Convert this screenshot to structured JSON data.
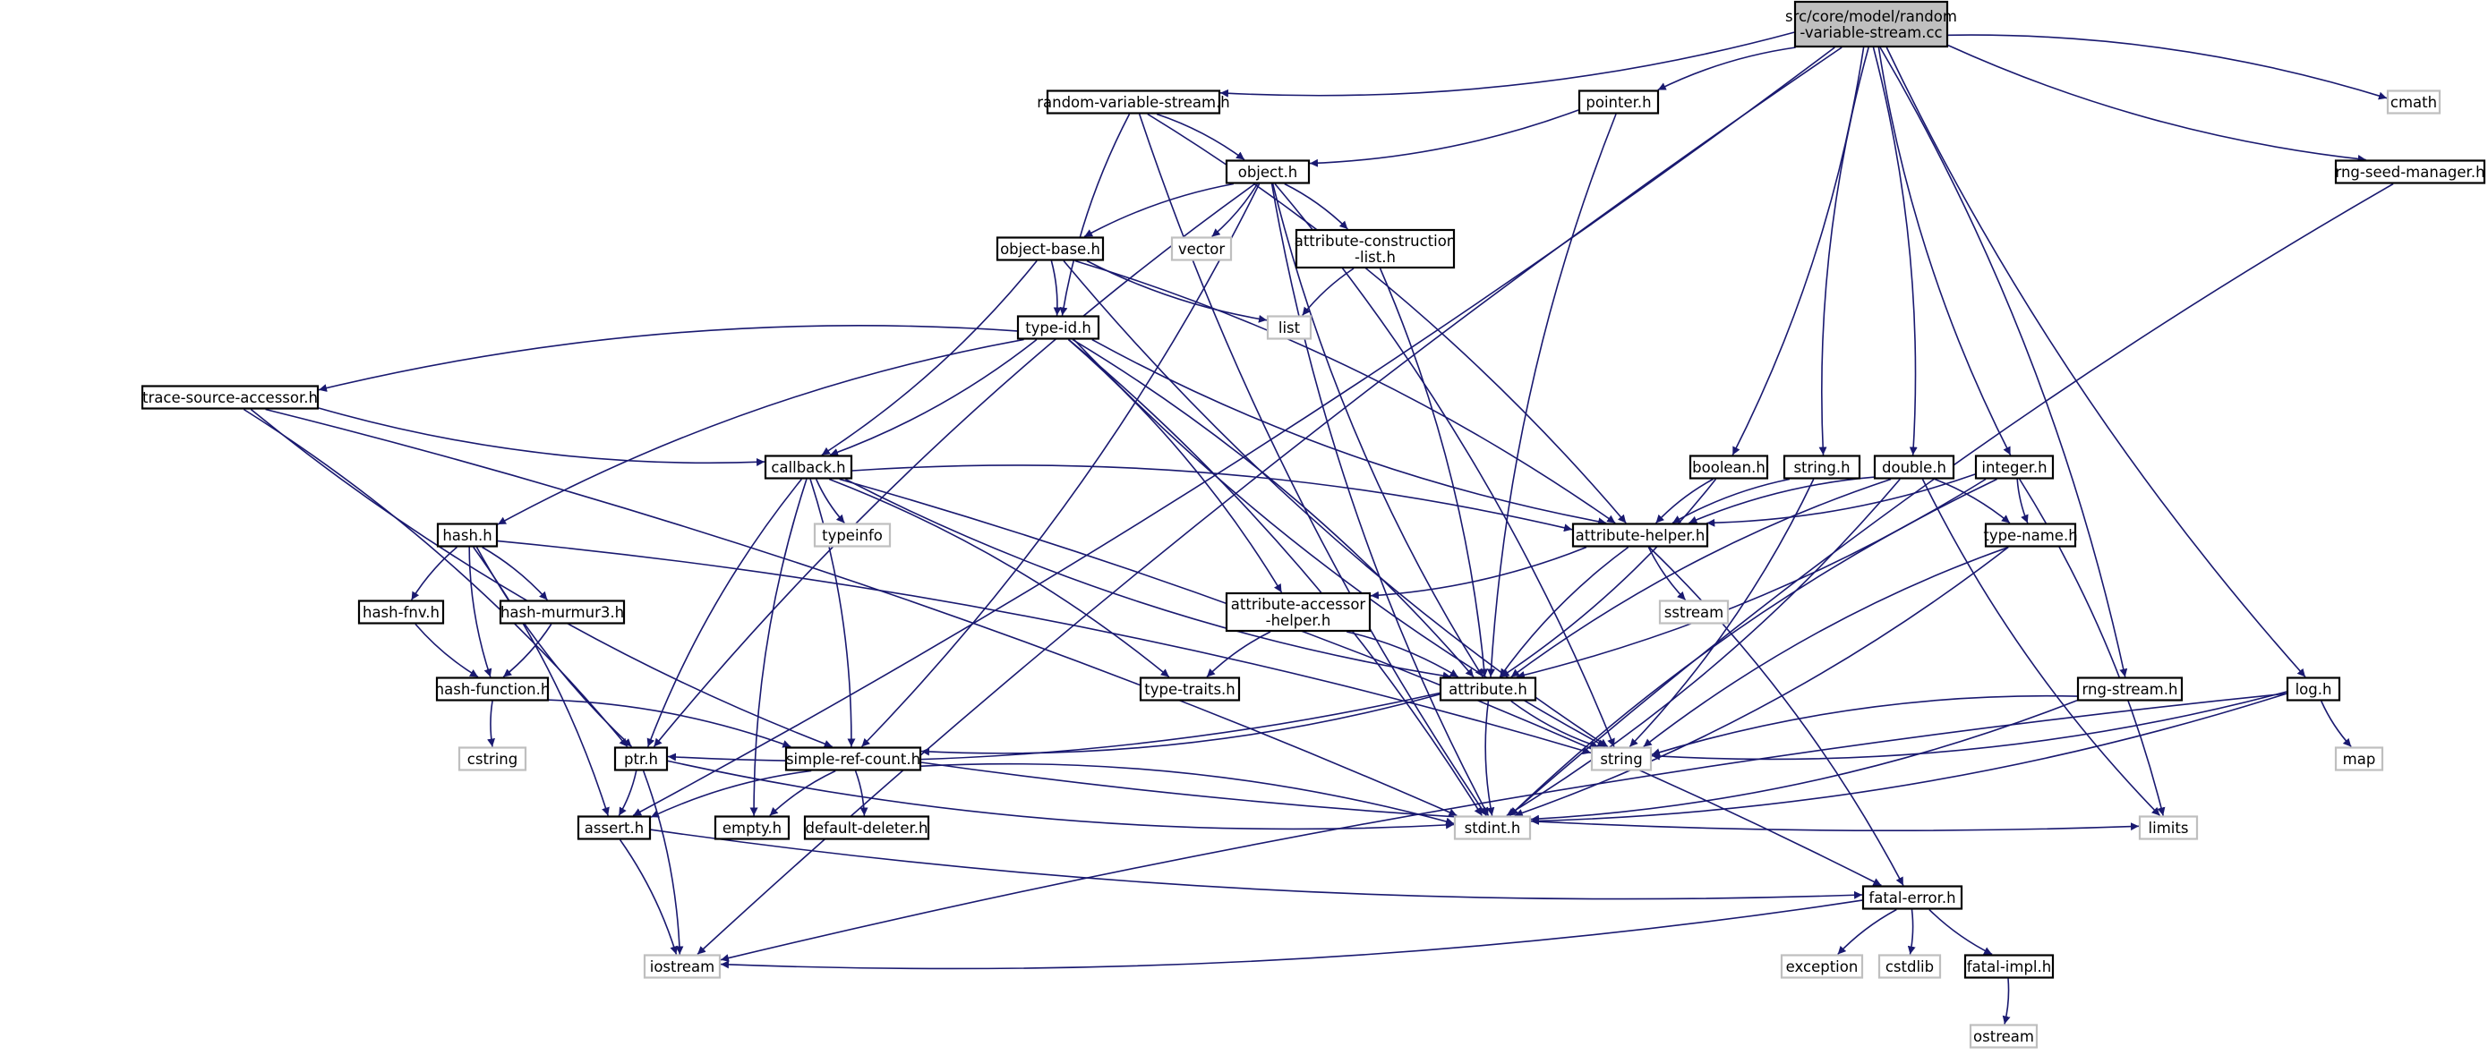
{
  "diagram": {
    "type": "include-dependency-graph",
    "edge_color": "#191970",
    "root_fill": "#bfbfbf",
    "system_header_border": "#bfbfbf",
    "nodes": {
      "root": {
        "lines": [
          "src/core/model/random",
          "-variable-stream.cc"
        ]
      },
      "rvs_h": {
        "lines": [
          "random-variable-stream.h"
        ]
      },
      "pointer_h": {
        "lines": [
          "pointer.h"
        ]
      },
      "cmath": {
        "lines": [
          "cmath"
        ]
      },
      "rng_seed_manager_h": {
        "lines": [
          "rng-seed-manager.h"
        ]
      },
      "object_h": {
        "lines": [
          "object.h"
        ]
      },
      "vector": {
        "lines": [
          "vector"
        ]
      },
      "object_base_h": {
        "lines": [
          "object-base.h"
        ]
      },
      "attr_constr_list_h": {
        "lines": [
          "attribute-construction",
          "-list.h"
        ]
      },
      "list": {
        "lines": [
          "list"
        ]
      },
      "type_id_h": {
        "lines": [
          "type-id.h"
        ]
      },
      "trace_source_accessor_h": {
        "lines": [
          "trace-source-accessor.h"
        ]
      },
      "callback_h": {
        "lines": [
          "callback.h"
        ]
      },
      "typeinfo": {
        "lines": [
          "typeinfo"
        ]
      },
      "boolean_h": {
        "lines": [
          "boolean.h"
        ]
      },
      "string_h": {
        "lines": [
          "string.h"
        ]
      },
      "double_h": {
        "lines": [
          "double.h"
        ]
      },
      "integer_h": {
        "lines": [
          "integer.h"
        ]
      },
      "attribute_helper_h": {
        "lines": [
          "attribute-helper.h"
        ]
      },
      "type_name_h": {
        "lines": [
          "type-name.h"
        ]
      },
      "hash_h": {
        "lines": [
          "hash.h"
        ]
      },
      "hash_fnv_h": {
        "lines": [
          "hash-fnv.h"
        ]
      },
      "hash_murmur3_h": {
        "lines": [
          "hash-murmur3.h"
        ]
      },
      "sstream": {
        "lines": [
          "sstream"
        ]
      },
      "attr_accessor_helper_h": {
        "lines": [
          "attribute-accessor",
          "-helper.h"
        ]
      },
      "hash_function_h": {
        "lines": [
          "hash-function.h"
        ]
      },
      "type_traits_h": {
        "lines": [
          "type-traits.h"
        ]
      },
      "attribute_h": {
        "lines": [
          "attribute.h"
        ]
      },
      "rng_stream_h": {
        "lines": [
          "rng-stream.h"
        ]
      },
      "log_h": {
        "lines": [
          "log.h"
        ]
      },
      "cstring": {
        "lines": [
          "cstring"
        ]
      },
      "ptr_h": {
        "lines": [
          "ptr.h"
        ]
      },
      "simple_ref_count_h": {
        "lines": [
          "simple-ref-count.h"
        ]
      },
      "string": {
        "lines": [
          "string"
        ]
      },
      "map": {
        "lines": [
          "map"
        ]
      },
      "assert_h": {
        "lines": [
          "assert.h"
        ]
      },
      "empty_h": {
        "lines": [
          "empty.h"
        ]
      },
      "default_deleter_h": {
        "lines": [
          "default-deleter.h"
        ]
      },
      "stdint_h": {
        "lines": [
          "stdint.h"
        ]
      },
      "limits": {
        "lines": [
          "limits"
        ]
      },
      "fatal_error_h": {
        "lines": [
          "fatal-error.h"
        ]
      },
      "iostream": {
        "lines": [
          "iostream"
        ]
      },
      "exception": {
        "lines": [
          "exception"
        ]
      },
      "cstdlib": {
        "lines": [
          "cstdlib"
        ]
      },
      "fatal_impl_h": {
        "lines": [
          "fatal-impl.h"
        ]
      },
      "ostream": {
        "lines": [
          "ostream"
        ]
      }
    },
    "edges": [
      [
        "root",
        "rvs_h"
      ],
      [
        "root",
        "pointer_h"
      ],
      [
        "root",
        "cmath"
      ],
      [
        "root",
        "rng_seed_manager_h"
      ],
      [
        "root",
        "boolean_h"
      ],
      [
        "root",
        "string_h"
      ],
      [
        "root",
        "double_h"
      ],
      [
        "root",
        "integer_h"
      ],
      [
        "root",
        "rng_stream_h"
      ],
      [
        "root",
        "log_h"
      ],
      [
        "root",
        "assert_h"
      ],
      [
        "root",
        "iostream"
      ],
      [
        "rvs_h",
        "object_h"
      ],
      [
        "rvs_h",
        "type_id_h"
      ],
      [
        "rvs_h",
        "attribute_helper_h"
      ],
      [
        "rvs_h",
        "stdint_h"
      ],
      [
        "pointer_h",
        "object_h"
      ],
      [
        "pointer_h",
        "attribute_h"
      ],
      [
        "object_h",
        "vector"
      ],
      [
        "object_h",
        "object_base_h"
      ],
      [
        "object_h",
        "attr_constr_list_h"
      ],
      [
        "object_h",
        "ptr_h"
      ],
      [
        "object_h",
        "simple_ref_count_h"
      ],
      [
        "object_h",
        "attribute_h"
      ],
      [
        "object_h",
        "string"
      ],
      [
        "object_h",
        "stdint_h"
      ],
      [
        "object_base_h",
        "type_id_h"
      ],
      [
        "object_base_h",
        "list"
      ],
      [
        "object_base_h",
        "callback_h"
      ],
      [
        "object_base_h",
        "string"
      ],
      [
        "object_base_h",
        "attribute_helper_h"
      ],
      [
        "attr_constr_list_h",
        "list"
      ],
      [
        "attr_constr_list_h",
        "attribute_h"
      ],
      [
        "type_id_h",
        "trace_source_accessor_h"
      ],
      [
        "type_id_h",
        "callback_h"
      ],
      [
        "type_id_h",
        "hash_h"
      ],
      [
        "type_id_h",
        "attr_accessor_helper_h"
      ],
      [
        "type_id_h",
        "attribute_helper_h"
      ],
      [
        "type_id_h",
        "attribute_h"
      ],
      [
        "type_id_h",
        "string"
      ],
      [
        "type_id_h",
        "stdint_h"
      ],
      [
        "trace_source_accessor_h",
        "callback_h"
      ],
      [
        "trace_source_accessor_h",
        "ptr_h"
      ],
      [
        "trace_source_accessor_h",
        "simple_ref_count_h"
      ],
      [
        "trace_source_accessor_h",
        "stdint_h"
      ],
      [
        "callback_h",
        "typeinfo"
      ],
      [
        "callback_h",
        "attribute_helper_h"
      ],
      [
        "callback_h",
        "ptr_h"
      ],
      [
        "callback_h",
        "simple_ref_count_h"
      ],
      [
        "callback_h",
        "empty_h"
      ],
      [
        "callback_h",
        "type_traits_h"
      ],
      [
        "callback_h",
        "attribute_h"
      ],
      [
        "callback_h",
        "fatal_error_h"
      ],
      [
        "hash_h",
        "hash_fnv_h"
      ],
      [
        "hash_h",
        "hash_murmur3_h"
      ],
      [
        "hash_h",
        "hash_function_h"
      ],
      [
        "hash_h",
        "string"
      ],
      [
        "hash_h",
        "ptr_h"
      ],
      [
        "hash_h",
        "assert_h"
      ],
      [
        "hash_fnv_h",
        "hash_function_h"
      ],
      [
        "hash_murmur3_h",
        "hash_function_h"
      ],
      [
        "hash_function_h",
        "cstring"
      ],
      [
        "hash_function_h",
        "simple_ref_count_h"
      ],
      [
        "boolean_h",
        "attribute_helper_h"
      ],
      [
        "boolean_h",
        "attribute_h"
      ],
      [
        "string_h",
        "attribute_helper_h"
      ],
      [
        "string_h",
        "string"
      ],
      [
        "double_h",
        "attribute_helper_h"
      ],
      [
        "double_h",
        "type_name_h"
      ],
      [
        "double_h",
        "attribute_h"
      ],
      [
        "double_h",
        "stdint_h"
      ],
      [
        "double_h",
        "limits"
      ],
      [
        "integer_h",
        "attribute_helper_h"
      ],
      [
        "integer_h",
        "type_name_h"
      ],
      [
        "integer_h",
        "attribute_h"
      ],
      [
        "integer_h",
        "stdint_h"
      ],
      [
        "integer_h",
        "limits"
      ],
      [
        "attribute_helper_h",
        "sstream"
      ],
      [
        "attribute_helper_h",
        "attr_accessor_helper_h"
      ],
      [
        "attribute_helper_h",
        "attribute_h"
      ],
      [
        "attribute_helper_h",
        "fatal_error_h"
      ],
      [
        "type_name_h",
        "string"
      ],
      [
        "type_name_h",
        "stdint_h"
      ],
      [
        "attr_accessor_helper_h",
        "type_traits_h"
      ],
      [
        "attr_accessor_helper_h",
        "attribute_h"
      ],
      [
        "attribute_h",
        "string"
      ],
      [
        "attribute_h",
        "ptr_h"
      ],
      [
        "attribute_h",
        "stdint_h"
      ],
      [
        "attribute_h",
        "simple_ref_count_h"
      ],
      [
        "rng_stream_h",
        "string"
      ],
      [
        "rng_stream_h",
        "stdint_h"
      ],
      [
        "rng_seed_manager_h",
        "stdint_h"
      ],
      [
        "log_h",
        "string"
      ],
      [
        "log_h",
        "map"
      ],
      [
        "log_h",
        "stdint_h"
      ],
      [
        "log_h",
        "iostream"
      ],
      [
        "ptr_h",
        "assert_h"
      ],
      [
        "ptr_h",
        "stdint_h"
      ],
      [
        "ptr_h",
        "iostream"
      ],
      [
        "simple_ref_count_h",
        "empty_h"
      ],
      [
        "simple_ref_count_h",
        "default_deleter_h"
      ],
      [
        "simple_ref_count_h",
        "assert_h"
      ],
      [
        "simple_ref_count_h",
        "stdint_h"
      ],
      [
        "simple_ref_count_h",
        "limits"
      ],
      [
        "assert_h",
        "iostream"
      ],
      [
        "assert_h",
        "fatal_error_h"
      ],
      [
        "fatal_error_h",
        "iostream"
      ],
      [
        "fatal_error_h",
        "exception"
      ],
      [
        "fatal_error_h",
        "cstdlib"
      ],
      [
        "fatal_error_h",
        "fatal_impl_h"
      ],
      [
        "fatal_impl_h",
        "ostream"
      ]
    ]
  }
}
